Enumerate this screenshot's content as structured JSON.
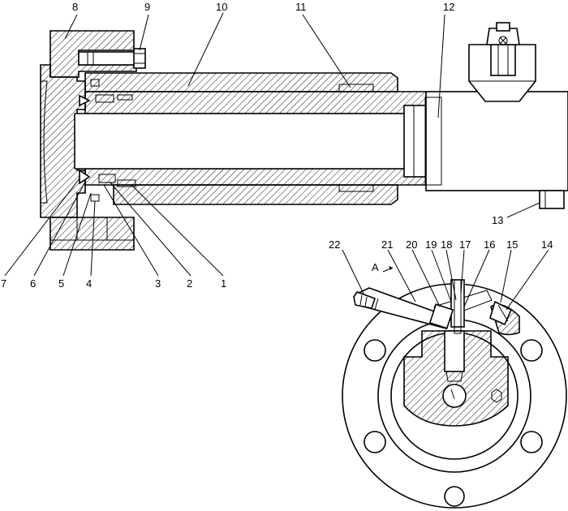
{
  "callouts": {
    "c1": "1",
    "c2": "2",
    "c3": "3",
    "c4": "4",
    "c5": "5",
    "c6": "6",
    "c7": "7",
    "c8": "8",
    "c9": "9",
    "c10": "10",
    "c11": "11",
    "c12": "12",
    "c13": "13",
    "c14": "14",
    "c15": "15",
    "c16": "16",
    "c17": "17",
    "c18": "18",
    "c19": "19",
    "c20": "20",
    "c21": "21",
    "c22": "22"
  },
  "view_marker": "A",
  "colors": {
    "line": "#000000",
    "background": "#ffffff",
    "hatch": "#000000"
  }
}
